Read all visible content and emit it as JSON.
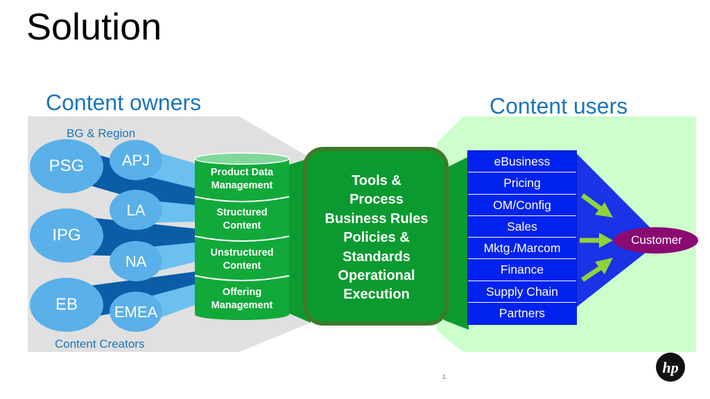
{
  "slide": {
    "title": "Solution",
    "footnote": "1."
  },
  "owners": {
    "heading": "Content owners",
    "group_label": "BG & Region",
    "footer_label": "Content Creators",
    "business_groups": [
      "PSG",
      "IPG",
      "EB"
    ],
    "regions": [
      "APJ",
      "LA",
      "NA",
      "EMEA"
    ]
  },
  "repositories": [
    {
      "line1": "Product Data",
      "line2": "Management"
    },
    {
      "line1": "Structured",
      "line2": "Content"
    },
    {
      "line1": "Unstructured",
      "line2": "Content"
    },
    {
      "line1": "Offering",
      "line2": "Management"
    }
  ],
  "center": {
    "lines": [
      "Tools &",
      "Process",
      "Business Rules",
      "Policies &",
      "Standards",
      "Operational",
      "Execution"
    ]
  },
  "users": {
    "heading": "Content users",
    "items": [
      "eBusiness",
      "Pricing",
      "OM/Config",
      "Sales",
      "Mktg./Marcom",
      "Finance",
      "Supply Chain",
      "Partners"
    ],
    "customer": "Customer"
  },
  "colors": {
    "title": "#000000",
    "accent_blue": "#1a75bc",
    "bubble_blue": "#5ab0e8",
    "dark_blue": "#0b5da8",
    "repo_green": "#11a93a",
    "center_green": "#0b9a30",
    "users_blue": "#0022ee",
    "customer_purple": "#8a0a72",
    "arrow_green": "#8fd33a",
    "panel_gray": "#e0e0e0",
    "panel_green": "#ccffcc"
  },
  "logo": "hp"
}
